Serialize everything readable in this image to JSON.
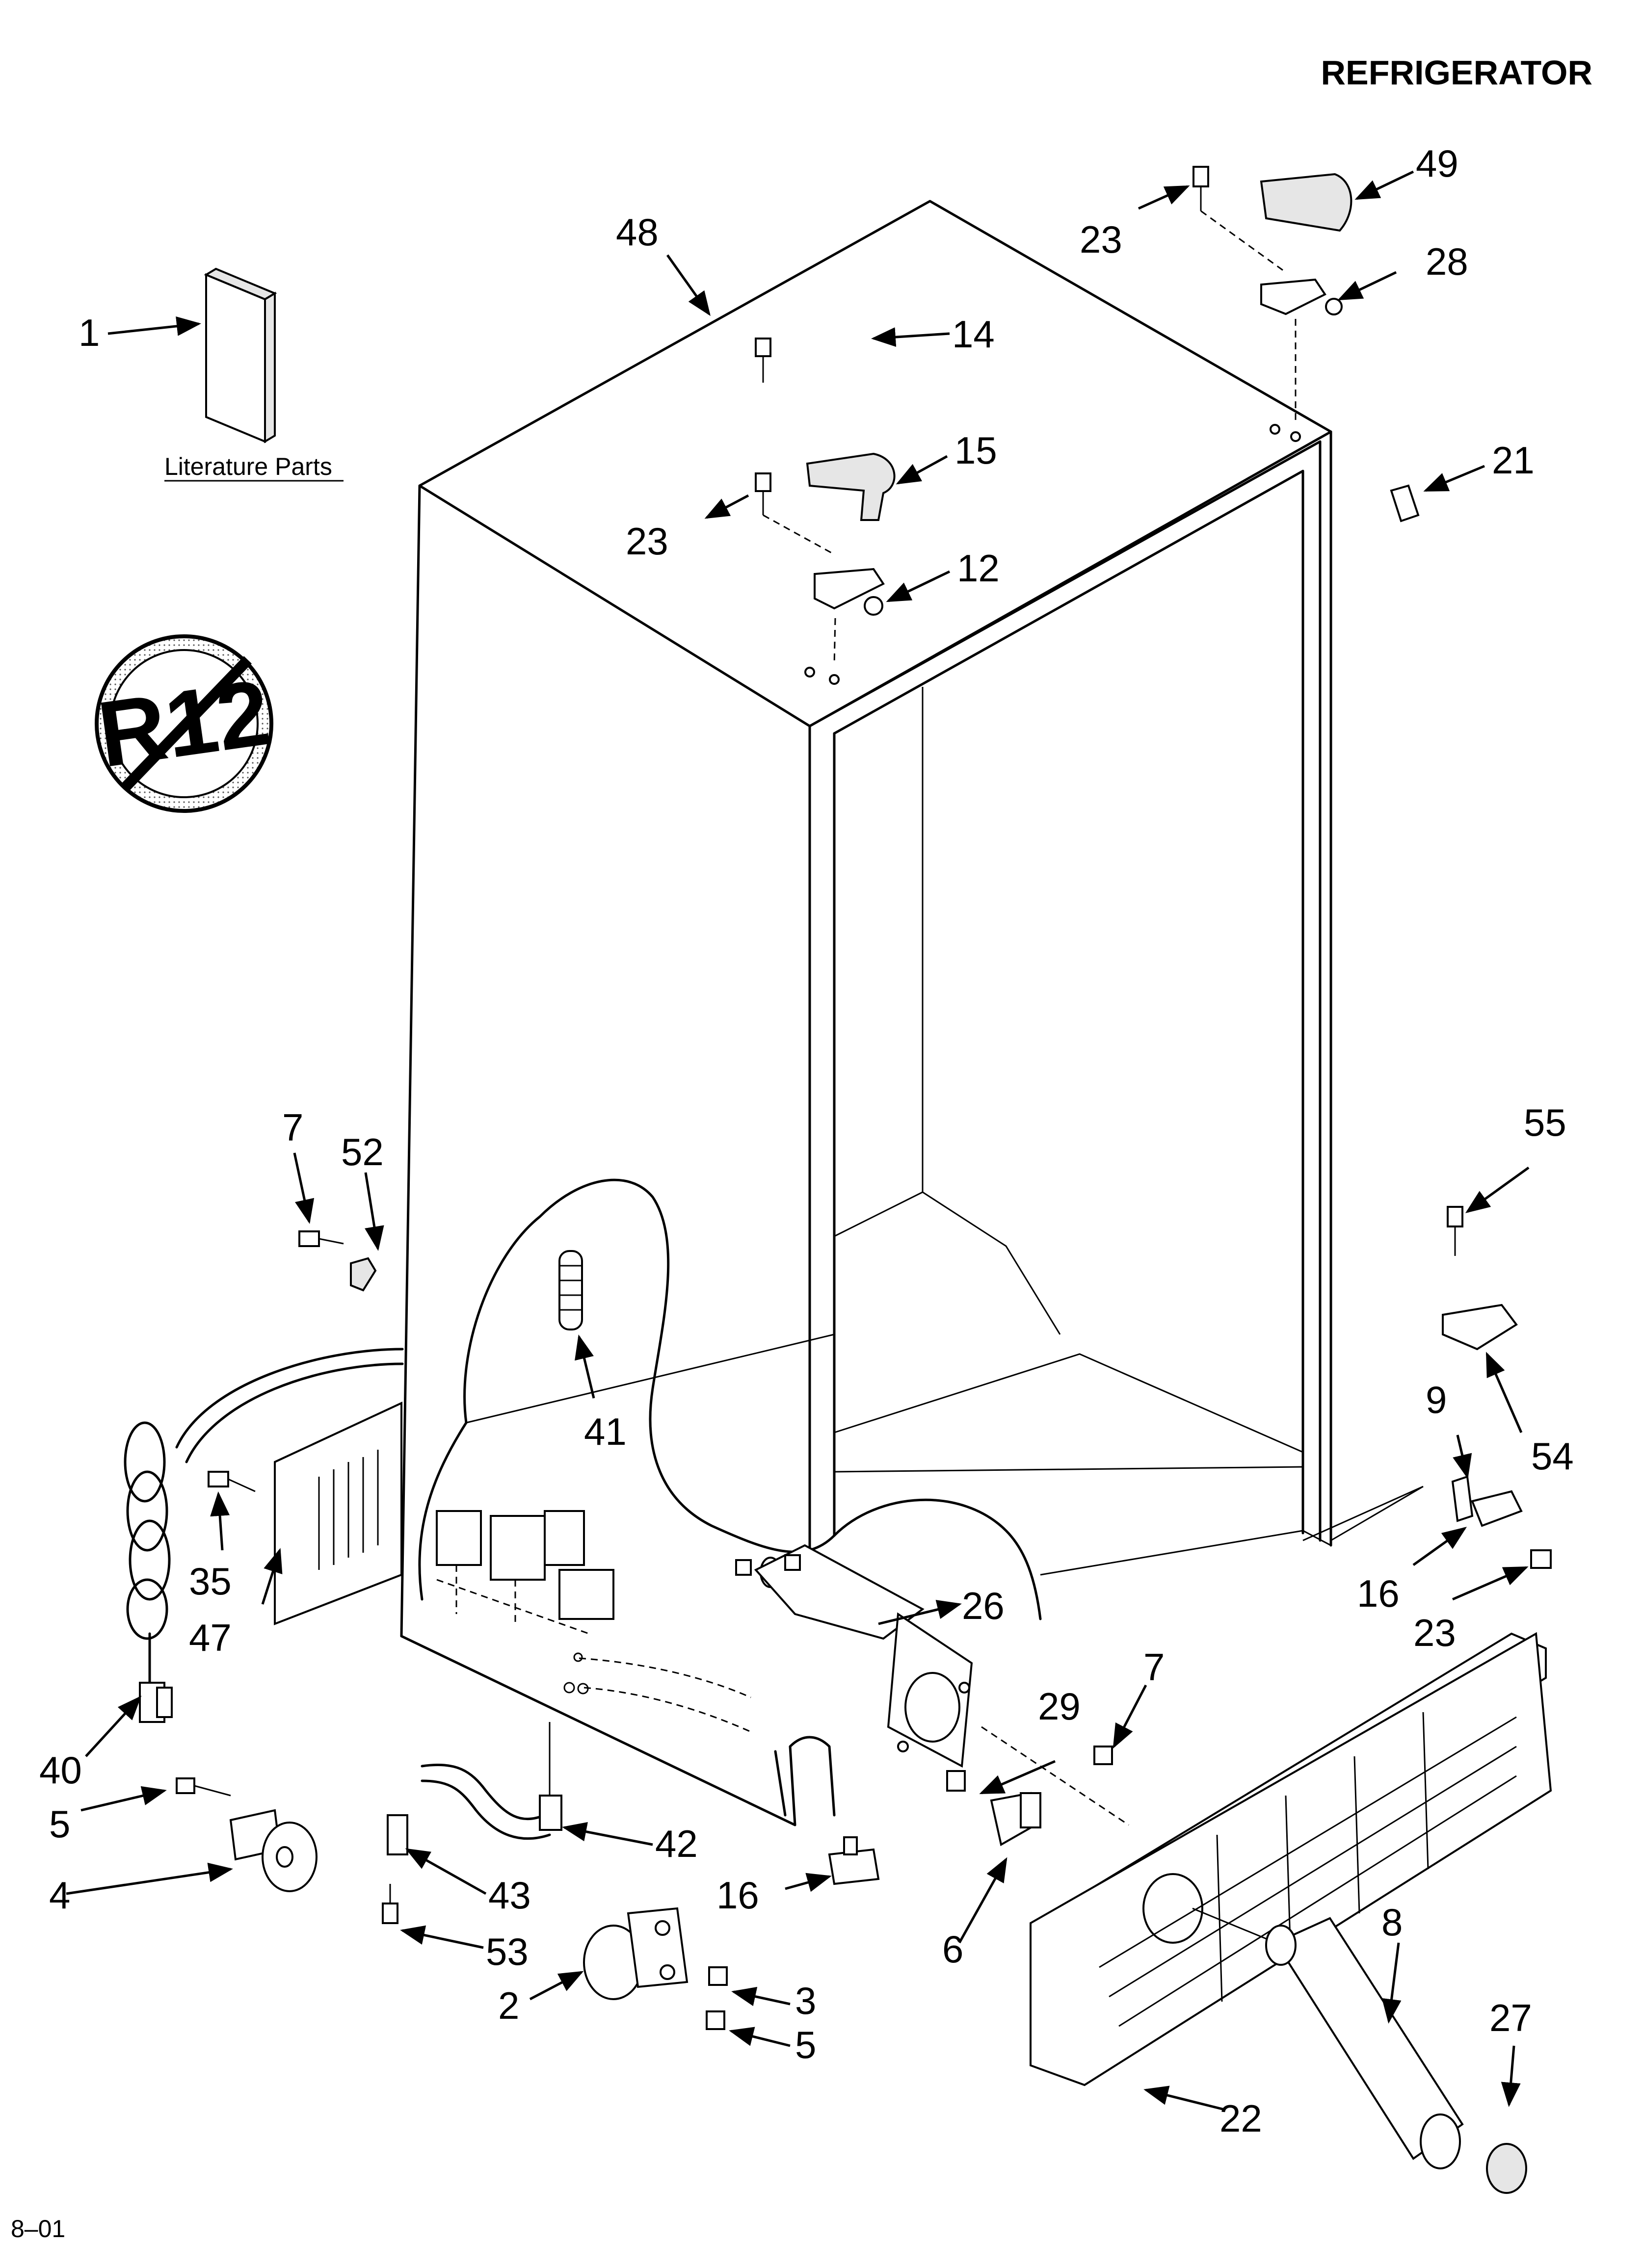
{
  "header": {
    "title": "REFRIGERATOR"
  },
  "literature": {
    "label": "Literature Parts"
  },
  "symbol": {
    "text": "R12"
  },
  "footer": {
    "code": "8–01"
  },
  "callouts": {
    "c1": "1",
    "c2": "2",
    "c3": "3",
    "c4": "4",
    "c5a": "5",
    "c5b": "5",
    "c6": "6",
    "c7a": "7",
    "c7b": "7",
    "c8": "8",
    "c9": "9",
    "c12": "12",
    "c14": "14",
    "c15": "15",
    "c16a": "16",
    "c16b": "16",
    "c21": "21",
    "c22": "22",
    "c23a": "23",
    "c23b": "23",
    "c23c": "23",
    "c26": "26",
    "c27": "27",
    "c28": "28",
    "c29": "29",
    "c35": "35",
    "c40": "40",
    "c41": "41",
    "c42": "42",
    "c43": "43",
    "c47": "47",
    "c48": "48",
    "c49": "49",
    "c52": "52",
    "c53": "53",
    "c54": "54",
    "c55": "55"
  }
}
